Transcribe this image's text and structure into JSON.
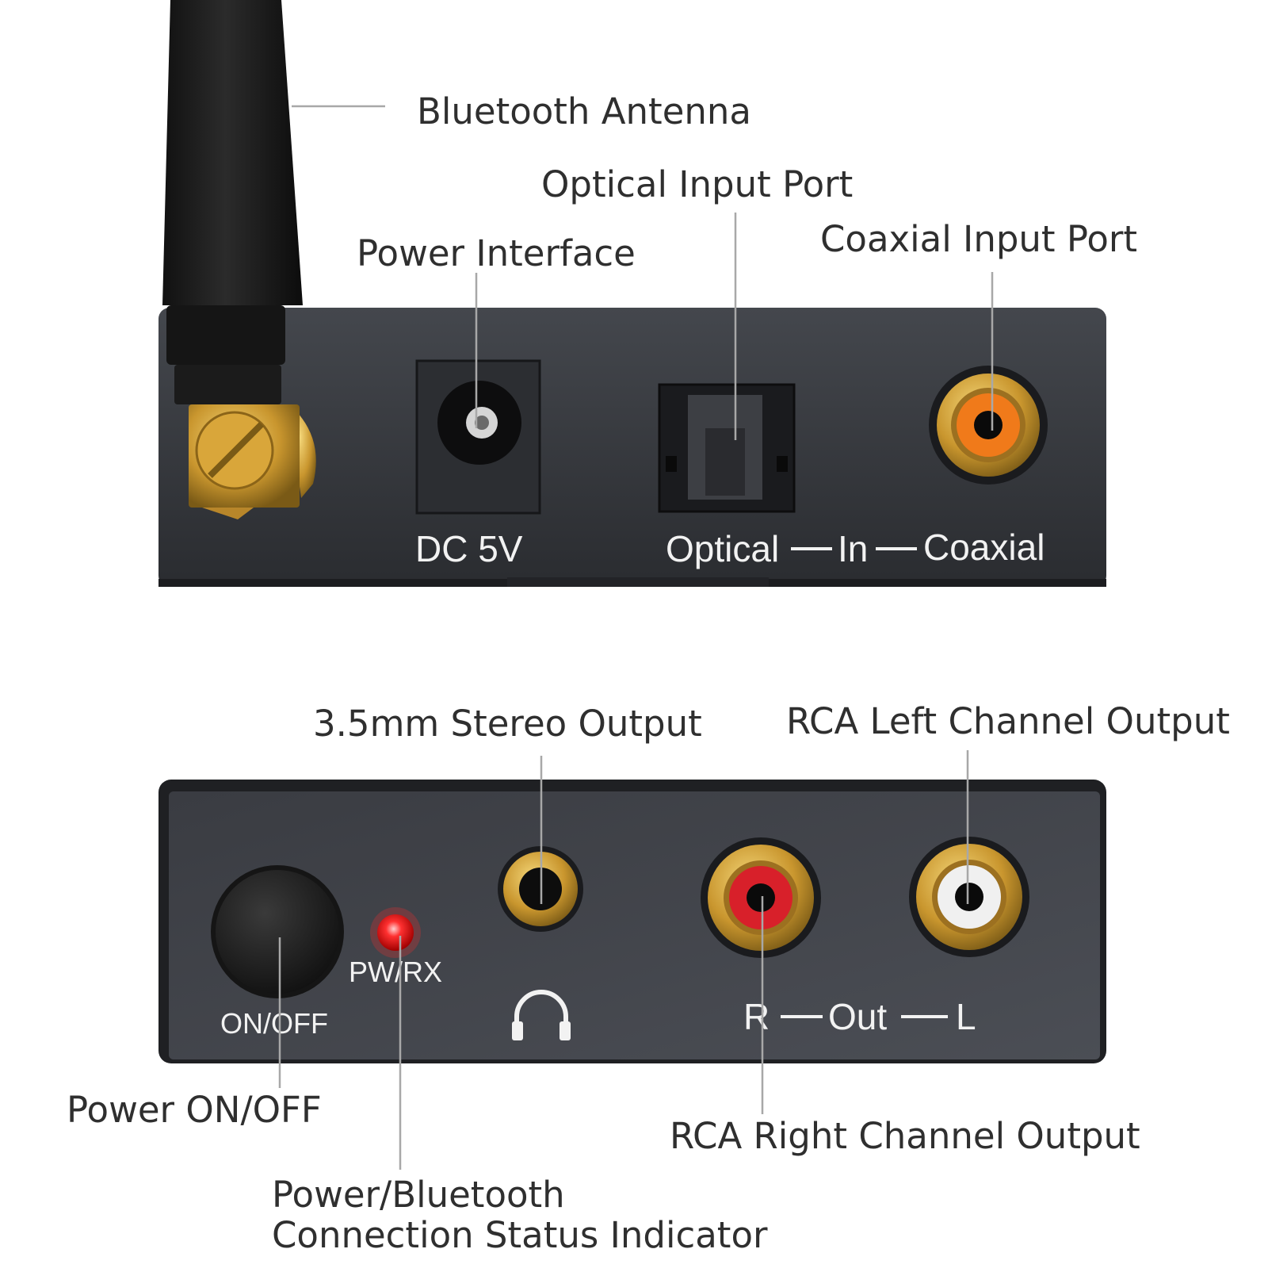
{
  "callouts": {
    "bluetooth_antenna": "Bluetooth Antenna",
    "optical_input_port": "Optical  Input  Port",
    "power_interface": "Power Interface",
    "coaxial_input_port": "Coaxial Input Port",
    "stereo_output": "3.5mm Stereo Output",
    "rca_left_output": "RCA Left Channel Output",
    "power_onoff": "Power ON/OFF",
    "rca_right_output": "RCA Right Channel Output",
    "status_indicator_line1": "Power/Bluetooth",
    "status_indicator_line2": "Connection Status Indicator"
  },
  "panel_labels": {
    "dc": "DC 5V",
    "optical": "Optical",
    "in": "In",
    "coaxial": "Coaxial",
    "pwrx": "PW/RX",
    "onoff": "ON/OFF",
    "r": "R",
    "out": "Out",
    "l": "L"
  },
  "icons": [
    "headphone-icon"
  ],
  "colors": {
    "panel": "#2e3035",
    "gold": "#c9962e",
    "coaxial_insert": "#f07a1a",
    "rca_right_insert": "#d8202a",
    "rca_left_insert": "#f0f0f0",
    "led": "#ff2a2a",
    "antenna": "#1c1c1c",
    "callout_text": "#2f2f2f",
    "leader": "#a8a8a8"
  }
}
